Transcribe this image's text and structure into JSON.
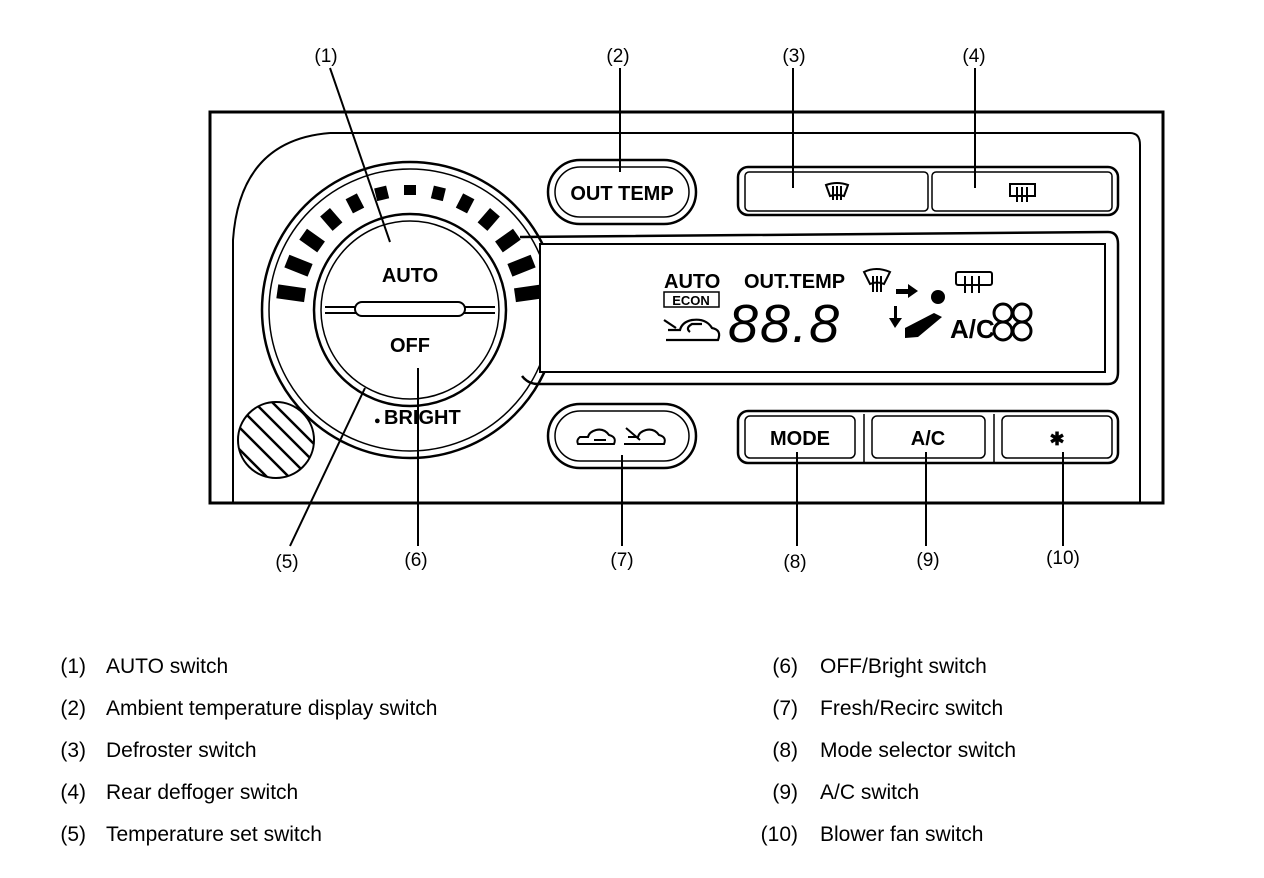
{
  "callouts": [
    "(1)",
    "(2)",
    "(3)",
    "(4)",
    "(5)",
    "(6)",
    "(7)",
    "(8)",
    "(9)",
    "(10)"
  ],
  "panel": {
    "dial": {
      "upper_label": "AUTO",
      "lower_label": "OFF",
      "bright_label": "BRIGHT",
      "bright_dot": "●"
    },
    "out_temp_button": {
      "label": "OUT TEMP"
    },
    "defroster_button": {
      "icon": "front-defroster-icon"
    },
    "rear_defogger_button": {
      "icon": "rear-defogger-icon"
    },
    "recirc_button": {
      "icons": [
        "recirculate-icon",
        "fresh-air-icon"
      ]
    },
    "mode_button": {
      "label": "MODE"
    },
    "ac_button": {
      "label": "A/C"
    },
    "fan_button": {
      "icon": "fan-icon",
      "glyph": "✱"
    },
    "display": {
      "auto": "AUTO",
      "econ": "ECON",
      "out_temp": "OUT.TEMP",
      "digits": "88.8",
      "ac": "A/C",
      "fan_glyph": "✤"
    }
  },
  "legend": {
    "left": [
      {
        "num": "(1)",
        "text": "AUTO switch"
      },
      {
        "num": "(2)",
        "text": "Ambient temperature display switch"
      },
      {
        "num": "(3)",
        "text": "Defroster switch"
      },
      {
        "num": "(4)",
        "text": "Rear deffoger switch"
      },
      {
        "num": "(5)",
        "text": "Temperature set switch"
      }
    ],
    "right": [
      {
        "num": "(6)",
        "text": "OFF/Bright switch"
      },
      {
        "num": "(7)",
        "text": "Fresh/Recirc switch"
      },
      {
        "num": "(8)",
        "text": "Mode selector switch"
      },
      {
        "num": "(9)",
        "text": "A/C switch"
      },
      {
        "num": "(10)",
        "text": "Blower fan switch"
      }
    ]
  }
}
